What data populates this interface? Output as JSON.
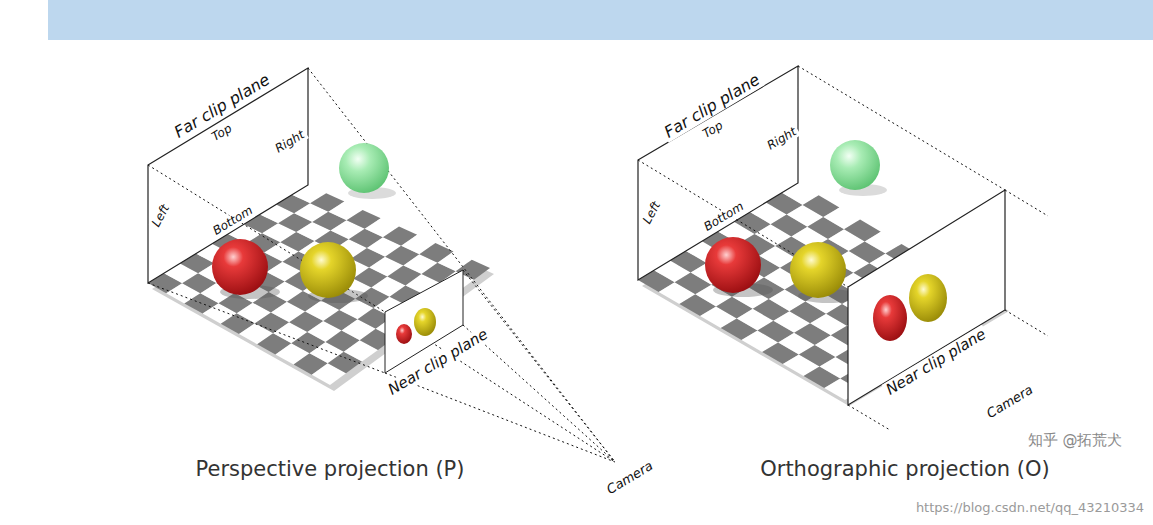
{
  "diagram": {
    "labels": [
      "Far clip plane",
      "Top",
      "Right",
      "Left",
      "Bottom",
      "Near clip plane",
      "Camera",
      "Perspective projection (P)",
      "Far clip plane",
      "Top",
      "Right",
      "Left",
      "Bottom",
      "Near clip plane",
      "Camera",
      "Orthographic projection (O)",
      "知乎 @拓荒犬",
      "https://blog.csdn.net/qq_43210334"
    ]
  }
}
